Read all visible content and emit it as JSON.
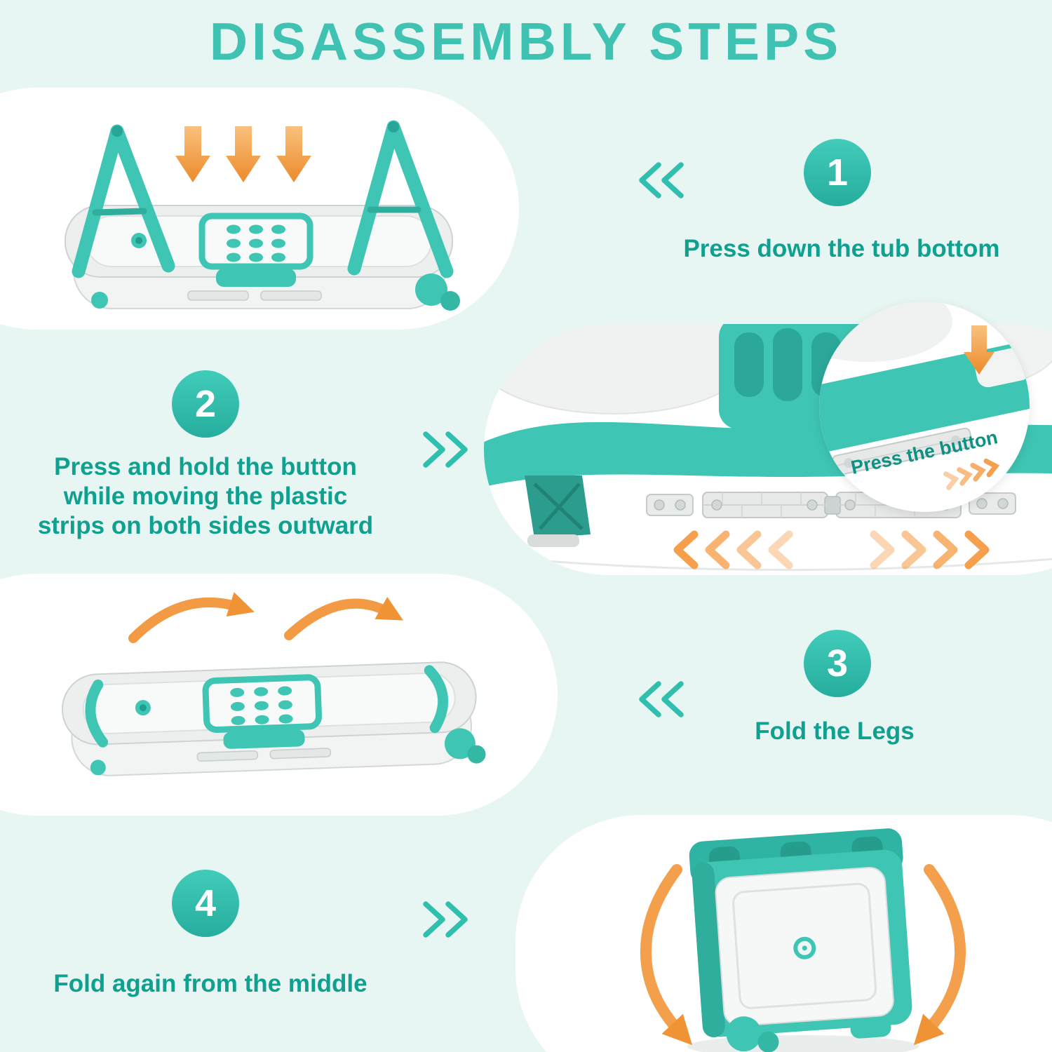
{
  "title": "DISASSEMBLY STEPS",
  "steps": [
    {
      "number": "1",
      "label": "Press down the tub bottom"
    },
    {
      "number": "2",
      "label": "Press and hold the button\nwhile moving the plastic\nstrips on both sides outward"
    },
    {
      "number": "3",
      "label": "Fold the Legs"
    },
    {
      "number": "4",
      "label": "Fold again from the middle"
    }
  ],
  "inset": {
    "label": "Press the button"
  },
  "icons": {
    "step1_direction": "chevron-double-left",
    "step2_direction": "chevron-double-right",
    "step3_direction": "chevron-double-left",
    "step4_direction": "chevron-double-right",
    "press": "arrow-down",
    "slide": "chevron-row-outward",
    "fold": "curved-arrow"
  },
  "colors": {
    "accent_teal": "#2fbfae",
    "text_teal": "#0fa090",
    "orange": "#f6a04e",
    "background_mint": "#e7f6f2",
    "panel_white": "#ffffff"
  }
}
